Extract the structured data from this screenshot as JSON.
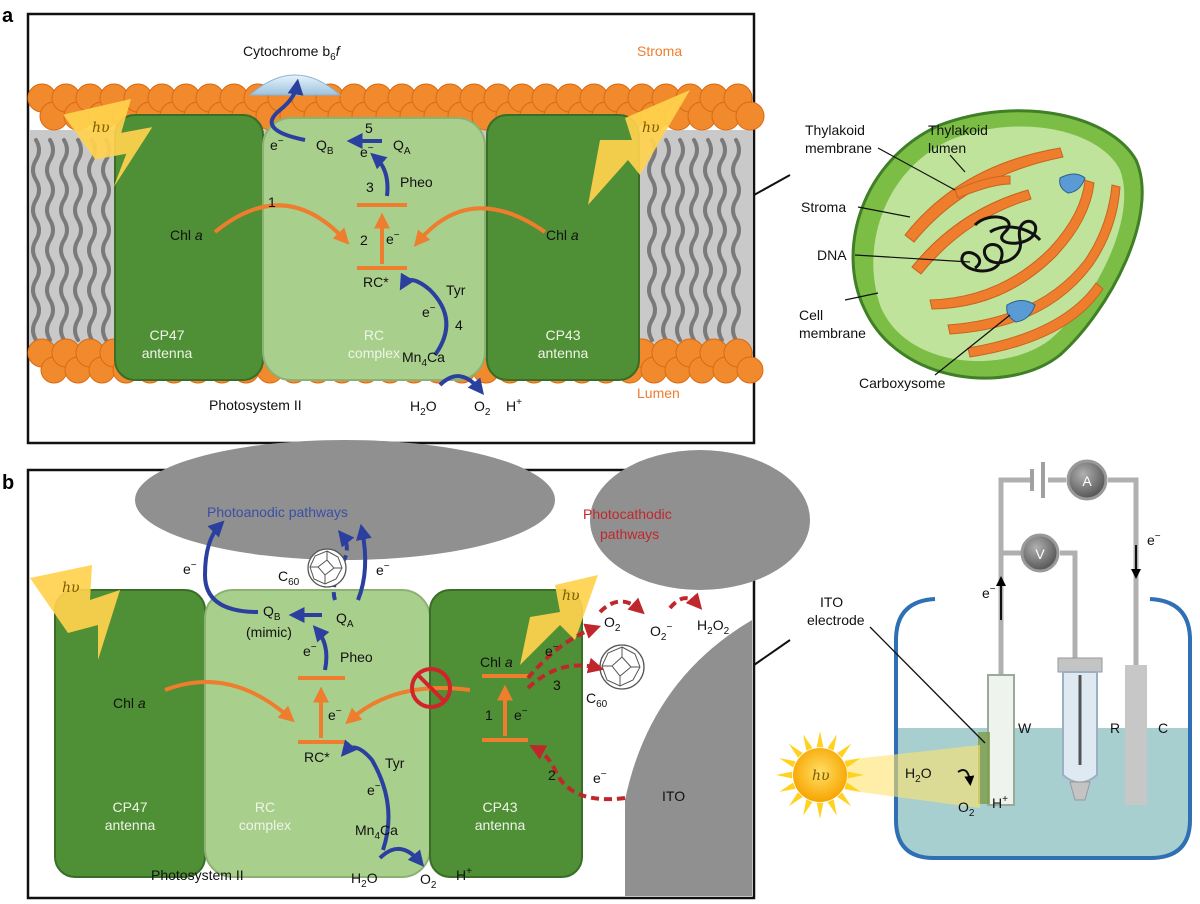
{
  "colors": {
    "antenna_green": "#4f8f35",
    "rc_green": "#a9cf8d",
    "membrane_orange": "#ee7d2d",
    "lipid_gray": "#8c8c8c",
    "electron_blue": "#2b3f9e",
    "energy_orange": "#ee7d2d",
    "photocathodic_red": "#c0272d",
    "lightning_yellow": "#ffd24d",
    "electrolyte": "#a8cfd0"
  },
  "icons": [
    "lightning-bolt-icon",
    "sun-icon",
    "fullerene-icon",
    "prohibition-icon",
    "ammeter-icon",
    "voltmeter-icon",
    "battery-icon"
  ],
  "panel_a": {
    "label": "a",
    "cytochrome": "Cytochrome b",
    "cytochrome_sub": "6",
    "cytochrome_end": "f",
    "stroma": "Stroma",
    "lumen": "Lumen",
    "hv": "hυ",
    "chl_left": "Chl",
    "chl_right": "Chl",
    "chl_a": "a",
    "qb": "Q",
    "qb_sub": "B",
    "qa": "Q",
    "qa_sub": "A",
    "pheo": "Pheo",
    "rc_star": "RC*",
    "tyr": "Tyr",
    "mn": "Mn",
    "mn_sub": "4",
    "mn_end": "Ca",
    "e_minus": "e",
    "minus": "−",
    "steps": [
      "1",
      "2",
      "3",
      "4",
      "5"
    ],
    "cp47": [
      "CP47",
      "antenna"
    ],
    "rc": [
      "RC",
      "complex"
    ],
    "cp43": [
      "CP43",
      "antenna"
    ],
    "photosystem": "Photosystem II",
    "h2o": "H",
    "h2o_sub": "2",
    "h2o_end": "O",
    "o2": "O",
    "o2_sub": "2",
    "hplus": "H",
    "plus": "+"
  },
  "cell": {
    "thylakoid_membrane": [
      "Thylakoid",
      "membrane"
    ],
    "thylakoid_lumen": [
      "Thylakoid",
      "lumen"
    ],
    "stroma": "Stroma",
    "dna": "DNA",
    "cell_membrane": [
      "Cell",
      "membrane"
    ],
    "carboxysome": "Carboxysome"
  },
  "panel_b": {
    "label": "b",
    "photoanodic": "Photoanodic pathways",
    "photocathodic": [
      "Photocathodic",
      "pathways"
    ],
    "hv": "hυ",
    "c60": "C",
    "c60_sub": "60",
    "qb": "Q",
    "qb_sub": "B",
    "mimic": "(mimic)",
    "qa": "Q",
    "qa_sub": "A",
    "pheo": "Pheo",
    "chl_left": "Chl",
    "chl_right": "Chl",
    "chl_a": "a",
    "rc_star": "RC*",
    "tyr": "Tyr",
    "mn": "Mn",
    "mn_sub": "4",
    "mn_end": "Ca",
    "e_minus": "e",
    "minus": "−",
    "o2": "O",
    "o2_sub": "2",
    "o2m_sup": "−",
    "h2o2": "H",
    "h2o2_sub1": "2",
    "h2o2_mid": "O",
    "h2o2_sub2": "2",
    "ito": "ITO",
    "steps": [
      "1",
      "2",
      "3"
    ],
    "cp47": [
      "CP47",
      "antenna"
    ],
    "rc": [
      "RC",
      "complex"
    ],
    "cp43": [
      "CP43",
      "antenna"
    ],
    "photosystem": "Photosystem II",
    "h2o": "H",
    "h2o_sub": "2",
    "h2o_end": "O",
    "hplus": "H",
    "plus": "+"
  },
  "cell_b": {
    "ito_electrode": [
      "ITO",
      "electrode"
    ],
    "ammeter": "A",
    "voltmeter": "V",
    "w": "W",
    "r": "R",
    "c": "C",
    "hv": "hυ",
    "h2o": "H",
    "h2o_sub": "2",
    "h2o_end": "O",
    "o2": "O",
    "o2_sub": "2",
    "hplus": "H",
    "plus": "+",
    "e_minus": "e",
    "minus": "−"
  }
}
